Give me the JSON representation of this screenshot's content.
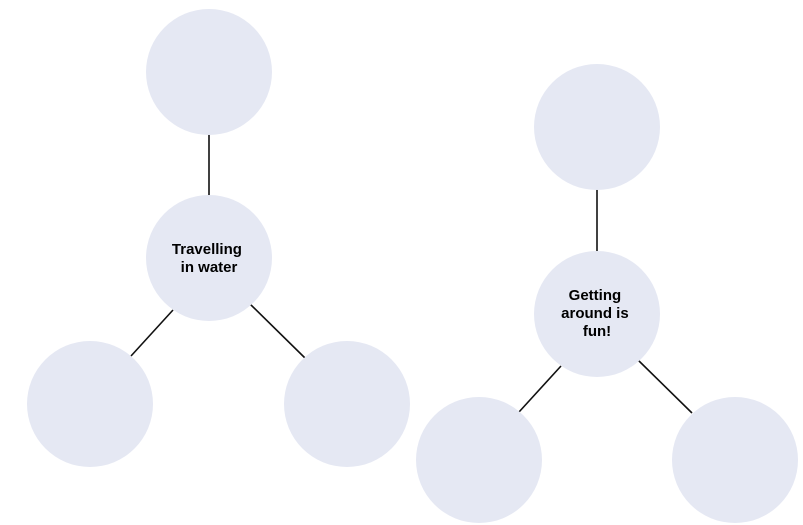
{
  "diagram": {
    "colors": {
      "bubble_fill": "#e5e8f3",
      "connector": "#111111",
      "text": "#000000"
    },
    "maps": [
      {
        "center": {
          "lines": [
            "Travelling",
            "in water"
          ]
        },
        "satellites": [
          {
            "label": ""
          },
          {
            "label": ""
          },
          {
            "label": ""
          }
        ]
      },
      {
        "center": {
          "lines": [
            "Getting",
            "around is",
            "fun!"
          ]
        },
        "satellites": [
          {
            "label": ""
          },
          {
            "label": ""
          },
          {
            "label": ""
          }
        ]
      }
    ]
  }
}
